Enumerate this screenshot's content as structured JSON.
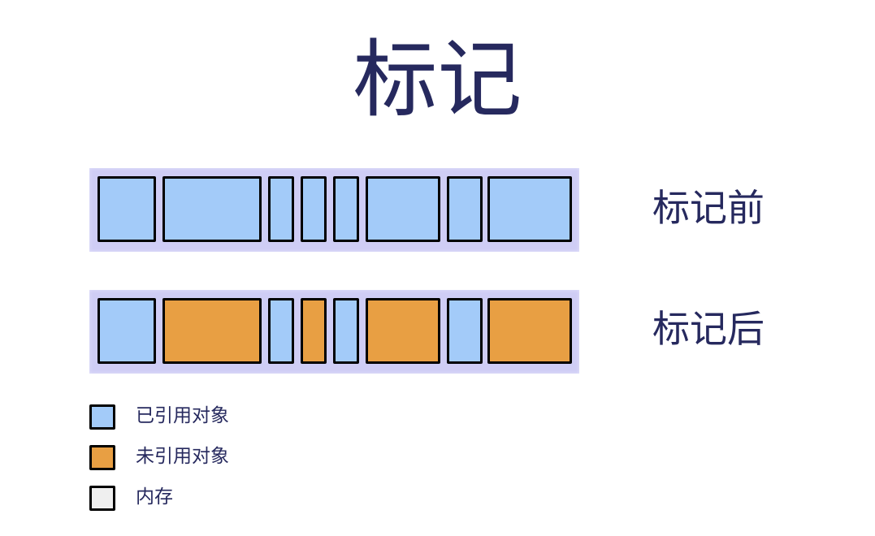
{
  "title": "标记",
  "colors": {
    "referenced": "#a3cbf9",
    "unreferenced": "#e89f43",
    "memory": "#efefef",
    "bar_bg": "#cfcdf5",
    "text": "#26295e"
  },
  "rows": [
    {
      "label": "标记前",
      "blocks": [
        "referenced",
        "referenced",
        "referenced",
        "referenced",
        "referenced",
        "referenced",
        "referenced",
        "referenced"
      ]
    },
    {
      "label": "标记后",
      "blocks": [
        "referenced",
        "unreferenced",
        "referenced",
        "unreferenced",
        "referenced",
        "unreferenced",
        "referenced",
        "unreferenced"
      ]
    }
  ],
  "legend": [
    {
      "key": "referenced",
      "label": "已引用对象"
    },
    {
      "key": "unreferenced",
      "label": "未引用对象"
    },
    {
      "key": "memory",
      "label": "内存"
    }
  ]
}
